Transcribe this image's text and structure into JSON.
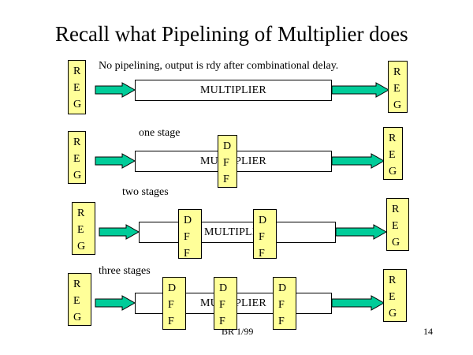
{
  "slide": {
    "title": "Recall what Pipelining of Multiplier does",
    "footer_left": "BR 1/99",
    "page_number": "14"
  },
  "colors": {
    "register_fill": "#ffff99",
    "arrow_fill": "#00cc99",
    "block_fill": "#ffffff"
  },
  "rows": [
    {
      "caption": "No pipelining, output is rdy after combinational delay.",
      "input_reg": [
        "R",
        "E",
        "G"
      ],
      "block_label": "MULTIPLIER",
      "output_reg": [
        "R",
        "E",
        "G"
      ],
      "stages": 0
    },
    {
      "caption": "one stage",
      "input_reg": [
        "R",
        "E",
        "G"
      ],
      "block_label": "MULTIPLIER",
      "output_reg": [
        "R",
        "E",
        "G"
      ],
      "stages": 1,
      "dffs": [
        [
          "D",
          "F",
          "F"
        ]
      ]
    },
    {
      "caption": "two stages",
      "input_reg": [
        "R",
        "E",
        "G"
      ],
      "block_label": "MULTIPLIER",
      "output_reg": [
        "R",
        "E",
        "G"
      ],
      "stages": 2,
      "dffs": [
        [
          "D",
          "F",
          "F"
        ],
        [
          "D",
          "F",
          "F"
        ]
      ]
    },
    {
      "caption": "three stages",
      "input_reg": [
        "R",
        "E",
        "G"
      ],
      "block_label": "MULTIPLIER",
      "output_reg": [
        "R",
        "E",
        "G"
      ],
      "stages": 3,
      "dffs": [
        [
          "D",
          "F",
          "F"
        ],
        [
          "D",
          "F",
          "F"
        ],
        [
          "D",
          "F",
          "F"
        ]
      ]
    }
  ]
}
